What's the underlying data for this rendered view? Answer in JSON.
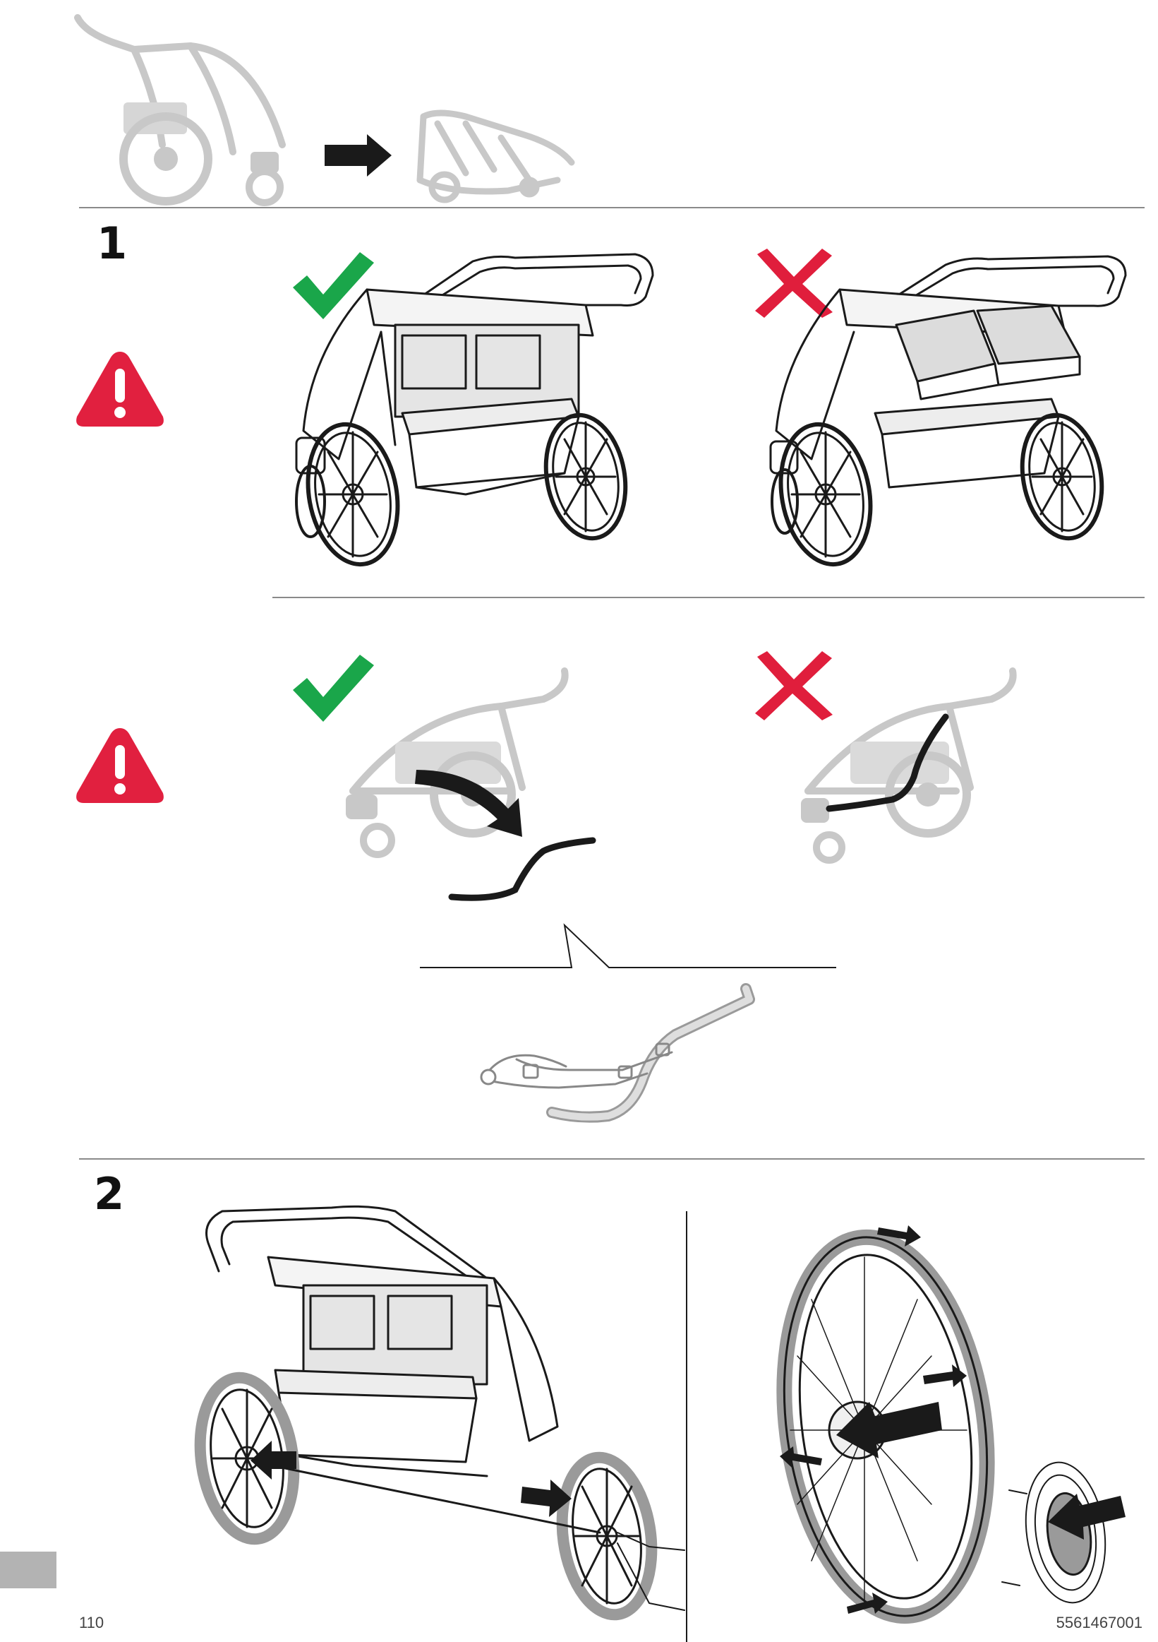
{
  "steps": [
    {
      "number": "1"
    },
    {
      "number": "2"
    }
  ],
  "footer": {
    "page_number": "110",
    "doc_code": "5561467001"
  },
  "icons": {
    "warning": "warning-triangle-icon",
    "correct": "check-mark-icon",
    "incorrect": "cross-mark-icon",
    "direction": "arrow-icon"
  },
  "colors": {
    "warning_red": "#e1203f",
    "check_green": "#1aa64a",
    "cross_red": "#e01e3c",
    "ghost_gray": "#c8c8c8",
    "line_gray": "#8a8a8a",
    "footer_tab": "#b3b3b3"
  }
}
